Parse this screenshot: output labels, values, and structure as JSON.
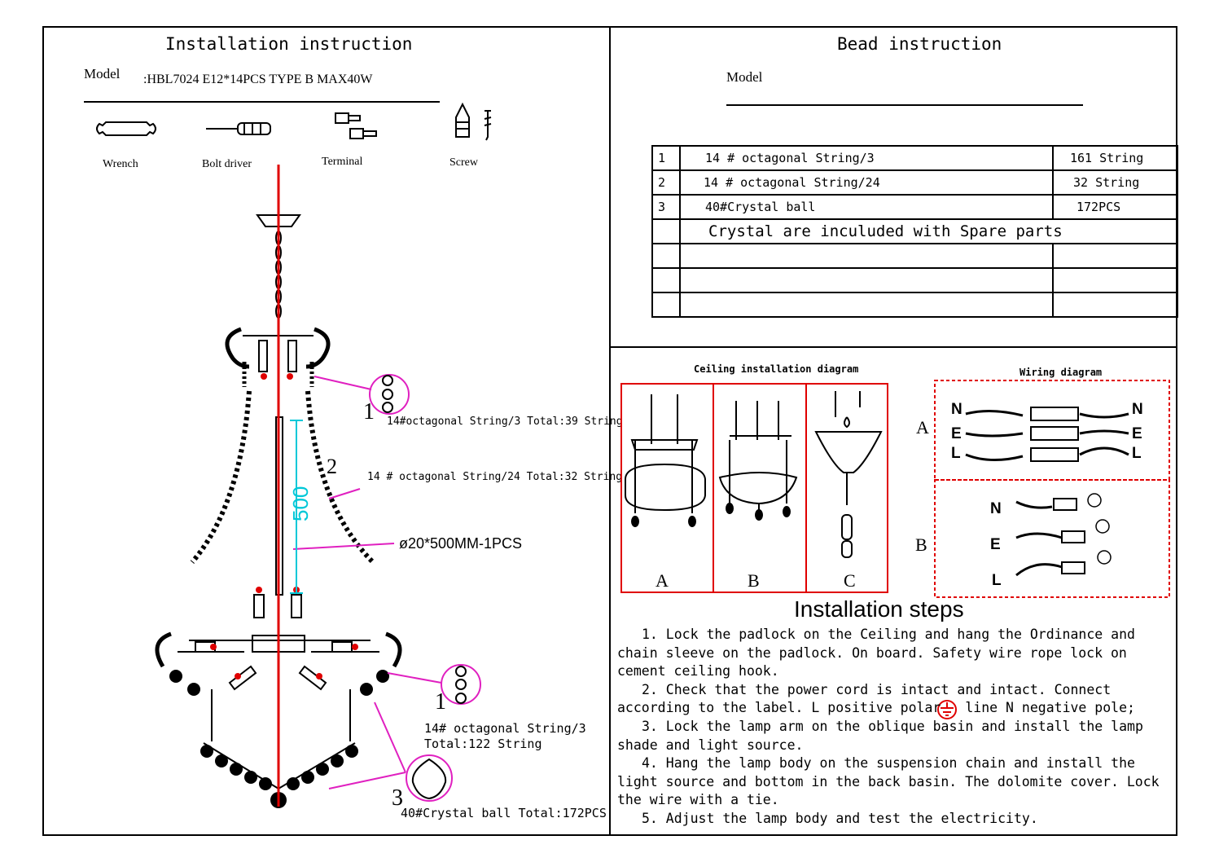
{
  "left": {
    "title": "Installation instruction",
    "model_label": "Model",
    "model_value": ":HBL7024  E12*14PCS  TYPE B MAX40W",
    "tools": [
      {
        "label": "Wrench",
        "icon": "wrench-icon"
      },
      {
        "label": "Bolt driver",
        "icon": "screwdriver-icon"
      },
      {
        "label": "Terminal",
        "icon": "terminal-icon"
      },
      {
        "label": "Screw",
        "icon": "screw-icon"
      }
    ],
    "callouts": {
      "n1_top": "1",
      "label1_top": "14#octagonal String/3 Total:39 String",
      "n2": "2",
      "label2": "14 # octagonal String/24 Total:32 String",
      "rod_dim": "500",
      "rod_label": "ø20*500MM-1PCS",
      "n1_bottom": "1",
      "label1_bottom_line1": "14# octagonal String/3",
      "label1_bottom_line2": "Total:122 String",
      "n3": "3",
      "label3": "40#Crystal ball Total:172PCS"
    },
    "colors": {
      "axis": "#e00000",
      "callout": "#e020c0",
      "dimension": "#00c8d8"
    }
  },
  "right_top": {
    "title": "Bead instruction",
    "model_label": "Model",
    "rows": [
      {
        "no": "1",
        "item": "14 # octagonal String/3",
        "qty": "161 String"
      },
      {
        "no": "2",
        "item": "14 # octagonal String/24",
        "qty": "32 String"
      },
      {
        "no": "3",
        "item": "40#Crystal ball",
        "qty": "172PCS"
      },
      {
        "no": "",
        "item": "Crystal are inculuded with Spare parts",
        "qty": ""
      },
      {
        "no": "",
        "item": "",
        "qty": ""
      },
      {
        "no": "",
        "item": "",
        "qty": ""
      },
      {
        "no": "",
        "item": "",
        "qty": ""
      }
    ]
  },
  "right_bottom": {
    "ceiling_title": "Ceiling installation diagram",
    "ceiling_labels": [
      "A",
      "B",
      "C"
    ],
    "wiring_title": "Wiring diagram",
    "wiring_rows": [
      "A",
      "B"
    ],
    "wires": [
      "N",
      "E",
      "L"
    ],
    "steps_title": "Installation steps",
    "steps": [
      "1. Lock the padlock on the Ceiling and hang the Ordinance and chain sleeve on the padlock. On board. Safety wire rope   lock on cement ceiling hook.",
      "2. Check that the power cord is intact and intact. Connect according to the label. L positive polar",
      "line N negative pole;",
      "3. Lock the lamp arm on the oblique basin and install the lamp shade and light source.",
      "4. Hang the lamp body on the suspension chain and install the light source and bottom in the back basin. The dolomite cover. Lock the wire with a tie.",
      "5. Adjust the lamp body and test the electricity."
    ]
  }
}
